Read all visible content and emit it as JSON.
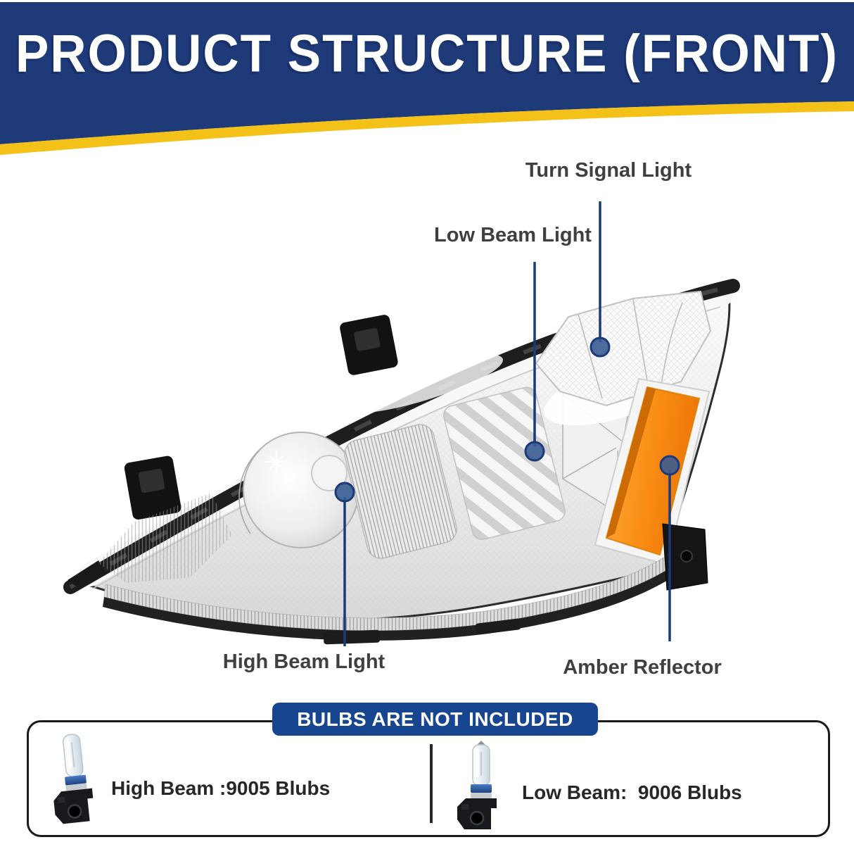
{
  "banner": {
    "title": "PRODUCT STRUCTURE (FRONT)",
    "bg_color": "#1e3a78",
    "stripe_color": "#f3c118",
    "text_color": "#ffffff"
  },
  "callouts": [
    {
      "id": "turn-signal",
      "label": "Turn Signal Light"
    },
    {
      "id": "low-beam",
      "label": "Low Beam Light"
    },
    {
      "id": "high-beam",
      "label": "High Beam Light"
    },
    {
      "id": "amber-reflector",
      "label": "Amber Reflector"
    }
  ],
  "bulbs_box": {
    "badge": "BULBS ARE NOT INCLUDED",
    "items": [
      {
        "icon": "halogen-bulb-icon",
        "label": "High Beam :9005 Blubs"
      },
      {
        "icon": "halogen-bulb-icon",
        "label": "Low Beam:  9006 Blubs"
      }
    ]
  },
  "colors": {
    "banner_blue": "#1e3a78",
    "badge_blue": "#17458f",
    "stripe_yellow": "#f3c118",
    "callout_line_blue": "#1c3a79",
    "callout_dot_blue": "#3a5c93",
    "amber_reflector_orange": "#f8860d",
    "label_gray": "#3f3f3f",
    "box_border_black": "#1a1a1a"
  }
}
